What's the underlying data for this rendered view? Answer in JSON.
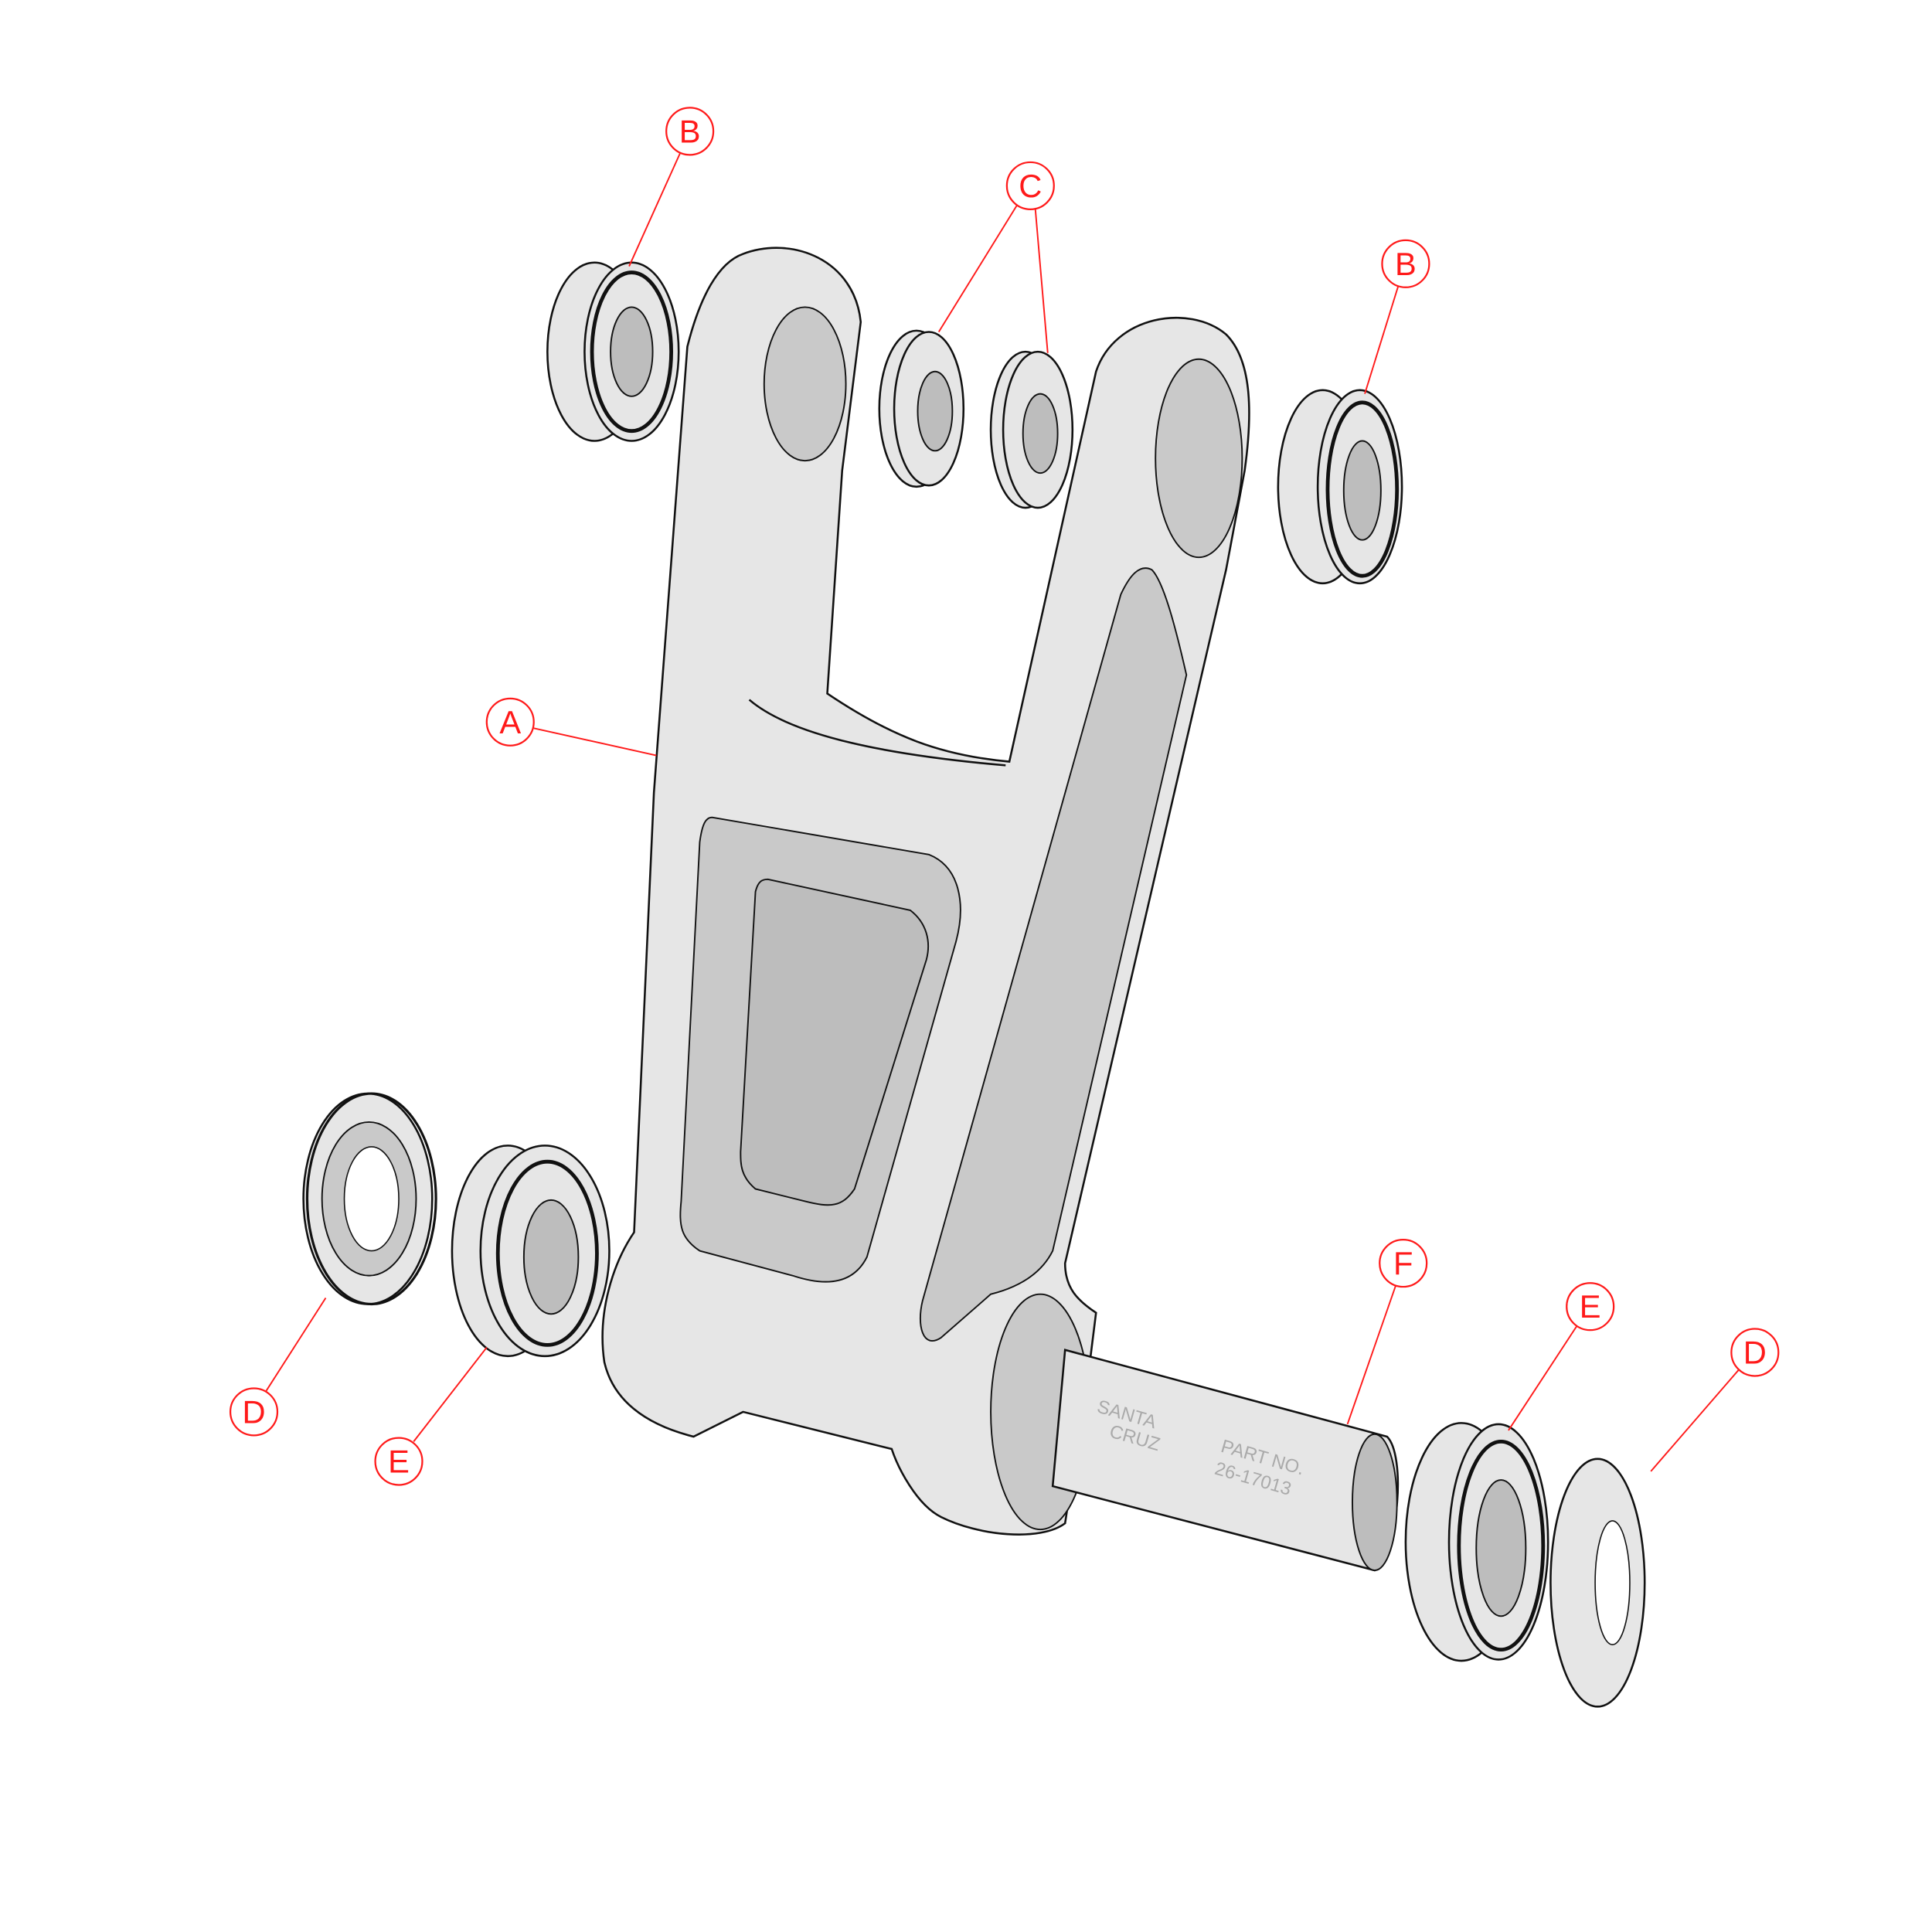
{
  "callouts": {
    "A": "A",
    "B_left": "B",
    "B_right": "B",
    "C": "C",
    "D_left": "D",
    "D_right": "D",
    "E_left": "E",
    "E_right": "E",
    "F": "F"
  },
  "pin_engraving": {
    "brand_line1": "SANTA",
    "brand_line2": "CRUZ",
    "part_label": "PART NO.",
    "part_number": "26-17013"
  },
  "colors": {
    "callout": "#ff1a1a",
    "part_fill": "#e6e6e6"
  }
}
